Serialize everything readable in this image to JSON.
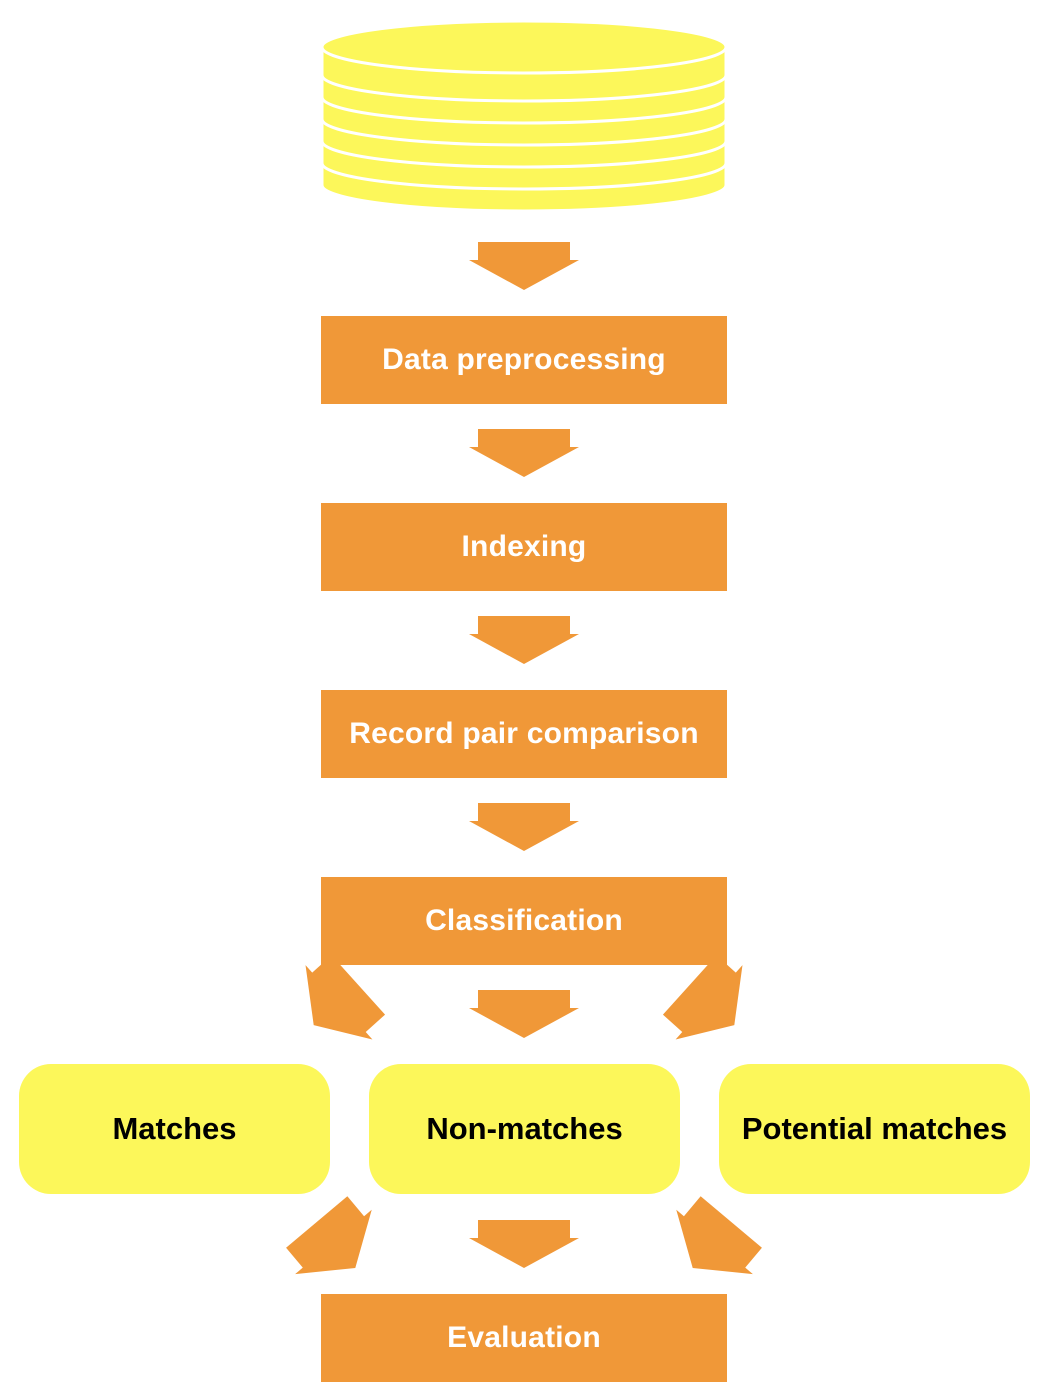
{
  "colors": {
    "process_fill": "#F09838",
    "outcome_fill": "#FCF75A",
    "database_fill": "#FCF75A",
    "arrow_fill": "#F09838",
    "process_text": "#FFFFFF",
    "outcome_text": "#000000"
  },
  "steps": [
    {
      "label": "Data preprocessing"
    },
    {
      "label": "Indexing"
    },
    {
      "label": "Record pair comparison"
    },
    {
      "label": "Classification"
    }
  ],
  "outcomes": [
    {
      "label": "Matches"
    },
    {
      "label": "Non-matches"
    },
    {
      "label": "Potential matches"
    }
  ],
  "final_step": {
    "label": "Evaluation"
  },
  "icons": {
    "database": "database-icon",
    "arrow": "arrow-down-icon"
  }
}
